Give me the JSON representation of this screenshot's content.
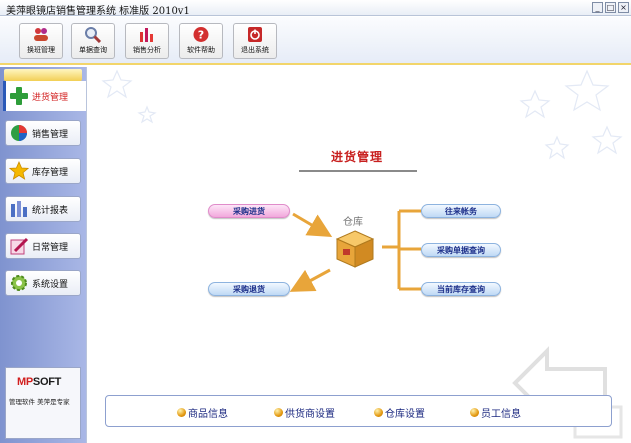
{
  "window": {
    "title": "美萍眼镜店销售管理系统  标准版  2010v1",
    "controls": [
      "_",
      "□",
      "×"
    ]
  },
  "toolbar": {
    "buttons": [
      {
        "label": "换班管理",
        "icon": "people-icon"
      },
      {
        "label": "单据查询",
        "icon": "magnifier-icon"
      },
      {
        "label": "销售分析",
        "icon": "bar-chart-icon"
      },
      {
        "label": "软件帮助",
        "icon": "help-icon"
      },
      {
        "label": "退出系统",
        "icon": "exit-icon"
      }
    ]
  },
  "sidebar": {
    "items": [
      {
        "label": "进货管理",
        "icon": "plus-icon",
        "active": true
      },
      {
        "label": "销售管理",
        "icon": "pie-icon"
      },
      {
        "label": "库存管理",
        "icon": "star-icon"
      },
      {
        "label": "统计报表",
        "icon": "bars-icon"
      },
      {
        "label": "日常管理",
        "icon": "pencil-icon"
      },
      {
        "label": "系统设置",
        "icon": "gear-icon"
      }
    ],
    "logo": {
      "mark": "MP",
      "text": "SOFT"
    },
    "slogan": "管理软件 美萍是专家"
  },
  "main": {
    "title": "进货管理",
    "warehouse_label": "仓库",
    "left_actions": [
      "采购进货",
      "采购退货"
    ],
    "right_actions": [
      "往来帐务",
      "采购单据查询",
      "当前库存查询"
    ],
    "bottom_links": [
      "商品信息",
      "供货商设置",
      "仓库设置",
      "员工信息"
    ]
  },
  "colors": {
    "accent_red": "#c8201f",
    "sidebar_blue": "#8fa2da",
    "link_blue": "#1c2f8a",
    "connector_orange": "#e8a53a"
  }
}
